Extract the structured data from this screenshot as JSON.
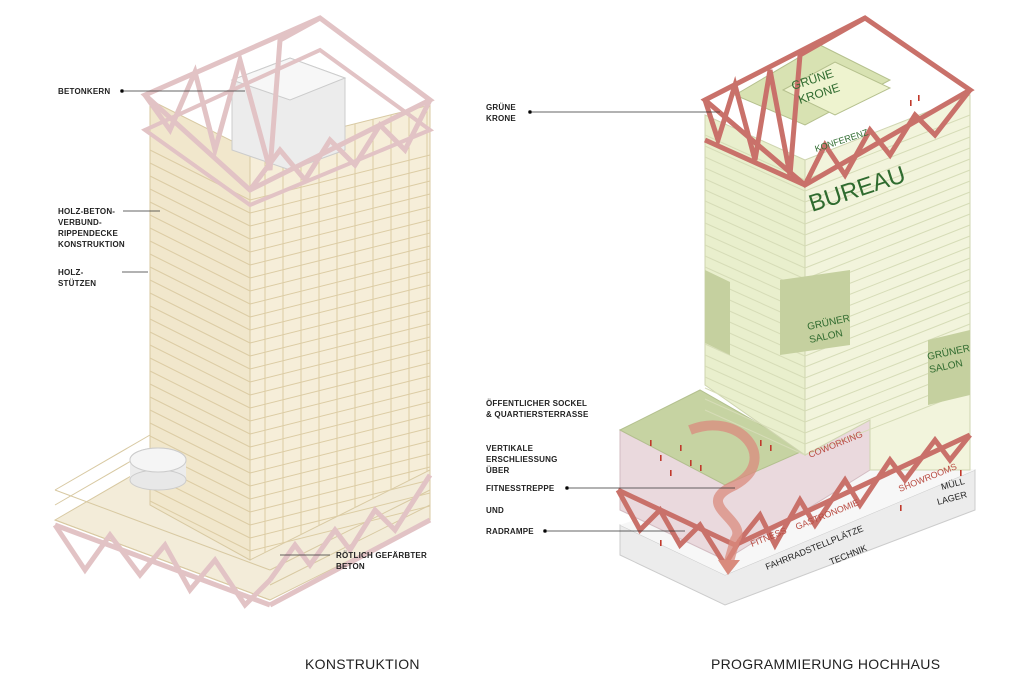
{
  "left_diagram": {
    "caption": "KONSTRUKTION",
    "labels": {
      "core": "BETONKERN",
      "slab": "HOLZ-BETON-\nVERBUND-\nRIPPENDECKE\nKONSTRUKTION",
      "columns": "HOLZ-\nSTÜTZEN",
      "concrete": "RÖTLICH GEFÄRBTER\nBETON"
    }
  },
  "right_diagram": {
    "caption": "PROGRAMMIERUNG HOCHHAUS",
    "labels": {
      "crown": "GRÜNE\nKRONE",
      "plinth": "ÖFFENTLICHER SOCKEL\n& QUARTIERSTERRASSE",
      "access": "VERTIKALE\nERSCHLIESSUNG\nÜBER",
      "stairs": "FITNESSTREPPE",
      "and": "UND",
      "ramp": "RADRAMPE"
    },
    "programs": {
      "green_crown_1": "GRÜNE",
      "green_crown_2": "KRONE",
      "conference": "KONFERENZ",
      "office": "BUREAU",
      "salon1_1": "GRÜNER",
      "salon1_2": "SALON",
      "salon2_1": "GRÜNER",
      "salon2_2": "SALON",
      "coworking": "COWORKING",
      "showrooms": "SHOWROOMS",
      "gastronomy": "GASTRONOMIE",
      "fitness": "FITNESS",
      "waste": "MÜLL",
      "storage": "LAGER",
      "bike_parking": "FAHRRADSTELLPLÄTZE",
      "technics": "TECHNIK"
    }
  },
  "colors": {
    "timber": "#eee3c6",
    "truss_light": "#e6c6c8",
    "truss_red": "#c9716a",
    "green": "#c7d3a4",
    "pale_green": "#eef1d7",
    "pink": "#eadbe0",
    "text_green": "#2f6b2f",
    "text_red": "#b84a40"
  }
}
